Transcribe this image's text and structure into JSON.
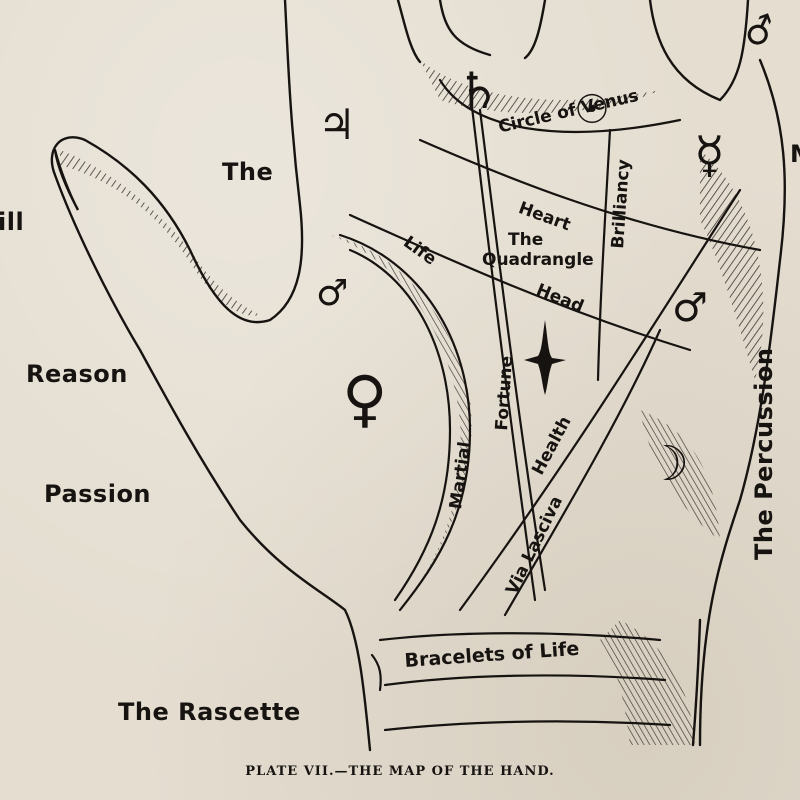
{
  "labels": {
    "the_left": "The",
    "will": "ill",
    "reason": "Reason",
    "passion": "Passion",
    "rascette": "The Rascette",
    "percussion": "The Percussion",
    "m_edge": "M",
    "circle_of_venus": "Circle of Venus",
    "heart": "Heart",
    "quadrangle_the": "The",
    "quadrangle": "Quadrangle",
    "brilliancy": "Brilliancy",
    "life": "Life",
    "head": "Head",
    "fortune": "Fortune",
    "health": "Health",
    "martial": "Martial",
    "via_lasciva": "Via Lasciva",
    "bracelets_of_life": "Bracelets of Life"
  },
  "caption": "PLATE VII.—THE MAP OF THE HAND.",
  "symbols": {
    "jupiter": "♃",
    "saturn": "♄",
    "sun": "☉",
    "mercury": "☿",
    "mars_upper": "♂",
    "mars_lower": "♂",
    "venus": "♀",
    "moon": "☽",
    "mars_top_right": "♂"
  },
  "colors": {
    "ink": "#161310",
    "paper": "#e4ddd0"
  }
}
